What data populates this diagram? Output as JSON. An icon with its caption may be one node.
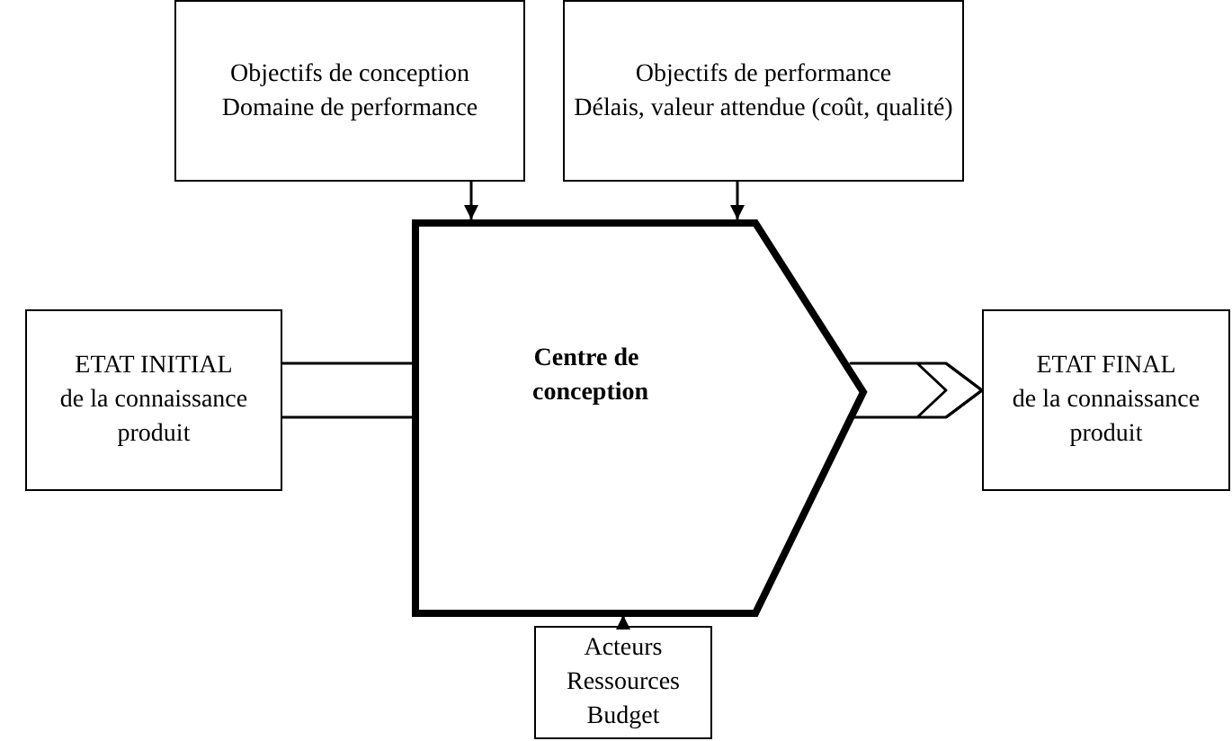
{
  "diagram": {
    "nodes": [
      {
        "text": [
          "Objectifs de conception",
          "Domaine de performance"
        ]
      },
      {
        "text": [
          "Objectifs de performance",
          "Délais, valeur attendue (coût, qualité)"
        ]
      },
      {
        "text": [
          "ETAT INITIAL",
          "de la connaissance produit"
        ]
      },
      {
        "text": [
          "Centre de conception"
        ]
      },
      {
        "text": [
          "ETAT FINAL",
          "de la connaissance produit"
        ]
      },
      {
        "text": [
          "Acteurs",
          "Ressources",
          "Budget"
        ]
      }
    ],
    "edges": [
      {
        "from": 0,
        "to": 3,
        "arrow": "to"
      },
      {
        "from": 1,
        "to": 3,
        "arrow": "to"
      },
      {
        "from": 2,
        "to": 3,
        "arrow": "none"
      },
      {
        "from": 3,
        "to": 4,
        "arrow": "to"
      },
      {
        "from": 5,
        "to": 3,
        "arrow": "to"
      }
    ]
  }
}
